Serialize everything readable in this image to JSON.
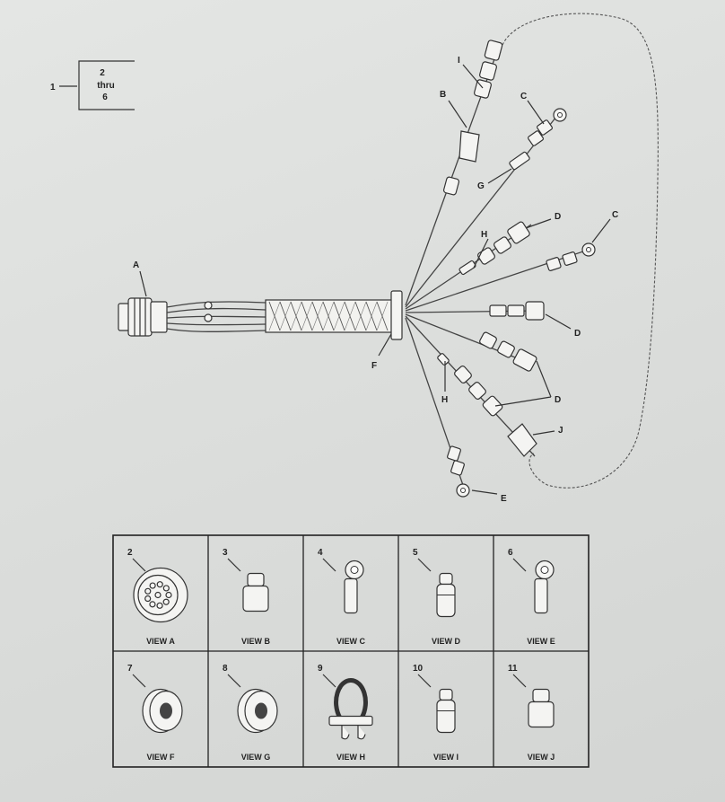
{
  "index_box": {
    "item": "1",
    "line1": "2",
    "line2": "thru",
    "line3": "6"
  },
  "callouts": {
    "A": "A",
    "B": "B",
    "C1": "C",
    "C2": "C",
    "D1": "D",
    "D2": "D",
    "D3": "D",
    "E": "E",
    "F": "F",
    "G": "G",
    "H1": "H",
    "H2": "H",
    "I": "I",
    "J": "J"
  },
  "views": [
    {
      "num": "2",
      "caption": "VIEW A",
      "icon": "connector-icon"
    },
    {
      "num": "3",
      "caption": "VIEW B",
      "icon": "sleeve-icon"
    },
    {
      "num": "4",
      "caption": "VIEW C",
      "icon": "ring-terminal-icon"
    },
    {
      "num": "5",
      "caption": "VIEW D",
      "icon": "splice-icon"
    },
    {
      "num": "6",
      "caption": "VIEW E",
      "icon": "ring-terminal-icon"
    },
    {
      "num": "7",
      "caption": "VIEW F",
      "icon": "grommet-icon"
    },
    {
      "num": "8",
      "caption": "VIEW G",
      "icon": "grommet-icon"
    },
    {
      "num": "9",
      "caption": "VIEW H",
      "icon": "clamp-icon"
    },
    {
      "num": "10",
      "caption": "VIEW I",
      "icon": "splice-icon"
    },
    {
      "num": "11",
      "caption": "VIEW J",
      "icon": "sleeve-icon"
    }
  ]
}
